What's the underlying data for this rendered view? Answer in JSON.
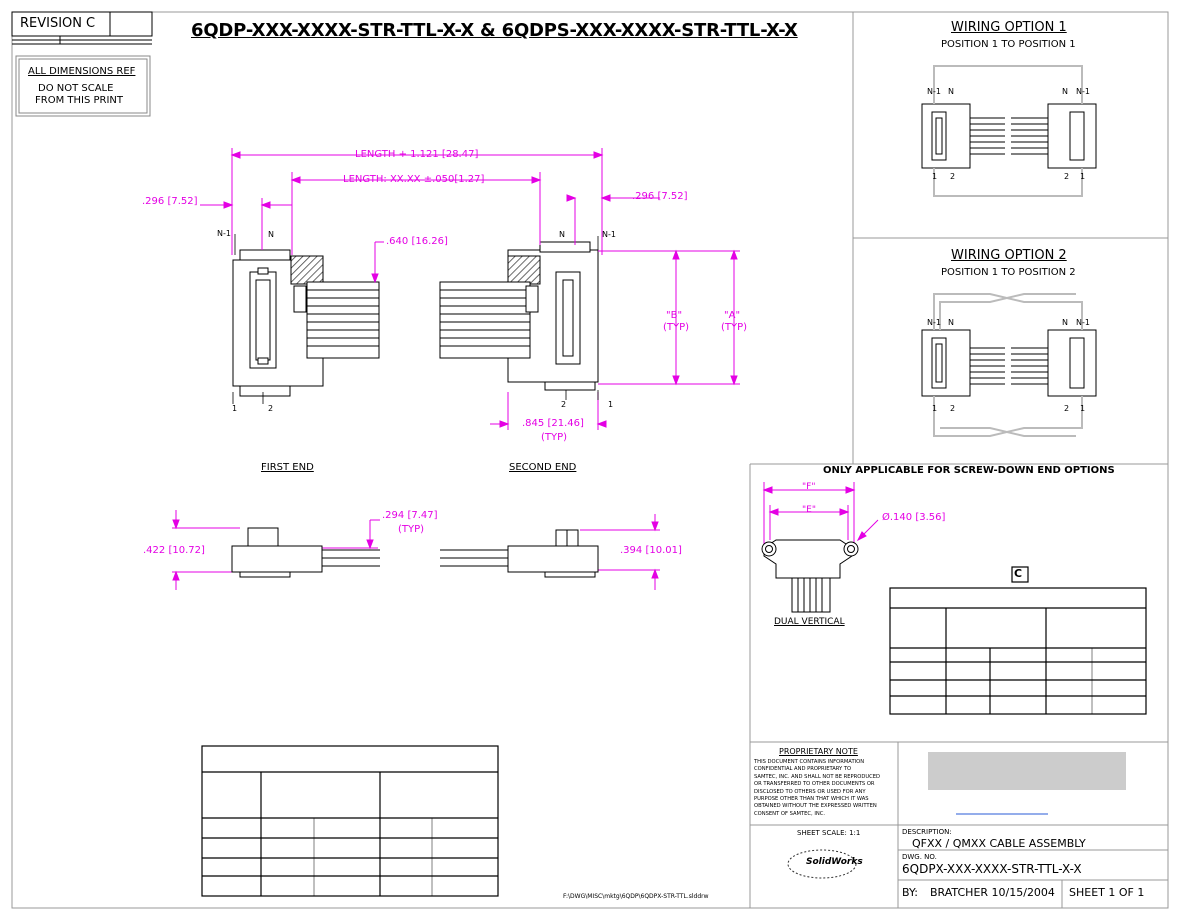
{
  "title_block": {
    "revision_label": "REVISION",
    "revision_value": "C",
    "main_title": "6QDP-XXX-XXXX-STR-TTL-X-X & 6QDPS-XXX-XXXX-STR-TTL-X-X",
    "dims_ref": "ALL DIMENSIONS REF",
    "do_not_scale_1": "DO NOT SCALE",
    "do_not_scale_2": "FROM THIS PRINT"
  },
  "dimensions": {
    "length_total": "LENGTH + 1.121 [28.47]",
    "length_tol": "LENGTH: XX.XX ±.050[1.27]",
    "left_296": ".296 [7.52]",
    "right_296": ".296 [7.52]",
    "d640": ".640 [16.26]",
    "b_typ": "\"B\"",
    "b_typ2": "(TYP)",
    "a_typ": "\"A\"",
    "a_typ2": "(TYP)",
    "d845": ".845 [21.46]",
    "d845_typ": "(TYP)",
    "d294": ".294 [7.47]",
    "d294_typ": "(TYP)",
    "d422": ".422 [10.72]",
    "d394": ".394 [10.01]",
    "f_dim": "\"F\"",
    "e_dim": "\"E\"",
    "phi140": "Ø.140 [3.56]"
  },
  "pin_labels": {
    "n1": "N-1",
    "n": "N",
    "one": "1",
    "two": "2"
  },
  "views": {
    "first_end": "FIRST END",
    "second_end": "SECOND END",
    "dual_vertical": "DUAL VERTICAL",
    "screw_down_title": "ONLY APPLICABLE FOR SCREW-DOWN END OPTIONS",
    "rev_c_box": "C"
  },
  "wiring": {
    "opt1_title": "WIRING OPTION 1",
    "opt1_sub": "POSITION 1 TO POSITION 1",
    "opt2_title": "WIRING OPTION 2",
    "opt2_sub": "POSITION 1 TO POSITION 2"
  },
  "proprietary": {
    "title": "PROPRIETARY NOTE",
    "lines": [
      "THIS DOCUMENT CONTAINS INFORMATION",
      "CONFIDENTIAL AND PROPRIETARY TO",
      "SAMTEC, INC. AND SHALL NOT BE REPRODUCED",
      "OR TRANSFERRED TO OTHER DOCUMENTS OR",
      "DISCLOSED TO OTHERS OR USED FOR ANY",
      "PURPOSE OTHER THAN THAT WHICH IT WAS",
      "OBTAINED WITHOUT THE EXPRESSED WRITTEN",
      "CONSENT OF SAMTEC, INC."
    ]
  },
  "footer": {
    "sheet_scale": "SHEET SCALE: 1:1",
    "solidworks": "SolidWorks",
    "description_label": "DESCRIPTION:",
    "description": "QFXX / QMXX CABLE ASSEMBLY",
    "dwg_label": "DWG. NO.",
    "dwg_no": "6QDPX-XXX-XXXX-STR-TTL-X-X",
    "by_label": "BY:",
    "by_value": "BRATCHER  10/15/2004",
    "sheet": "SHEET 1 OF 1",
    "file_path": "F:\\DWG\\MISC\\mktg\\6QDP\\6QDPX-STR-TTL.slddrw"
  },
  "colors": {
    "dimension": "#e400e4",
    "line": "#000000",
    "hatch": "#555555",
    "gray_box": "#cccccc",
    "link_line": "#2a5bd7"
  }
}
